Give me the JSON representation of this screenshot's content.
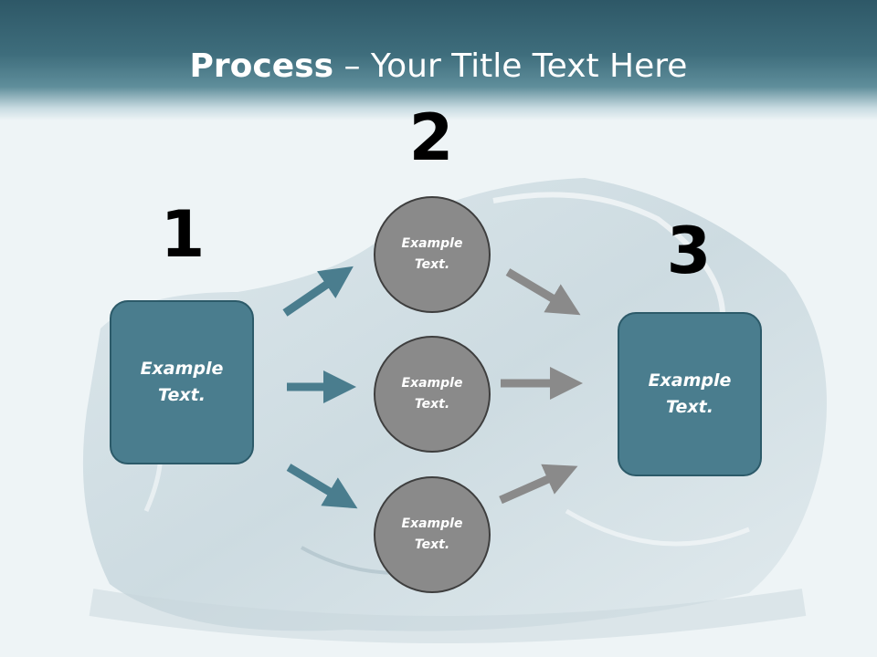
{
  "title": {
    "bold": "Process",
    "rest": " – Your Title Text Here"
  },
  "steps": [
    {
      "number": "1"
    },
    {
      "number": "2"
    },
    {
      "number": "3"
    }
  ],
  "left_box": {
    "line1": "Example",
    "line2": "Text."
  },
  "right_box": {
    "line1": "Example",
    "line2": "Text."
  },
  "circles": [
    {
      "line1": "Example",
      "line2": "Text."
    },
    {
      "line1": "Example",
      "line2": "Text."
    },
    {
      "line1": "Example",
      "line2": "Text."
    }
  ],
  "colors": {
    "header": "#3e6d7c",
    "box": "#4a7d8e",
    "circle": "#8a8a8a",
    "arrow_blue": "#4a7d8e",
    "arrow_gray": "#8a8a8a"
  }
}
